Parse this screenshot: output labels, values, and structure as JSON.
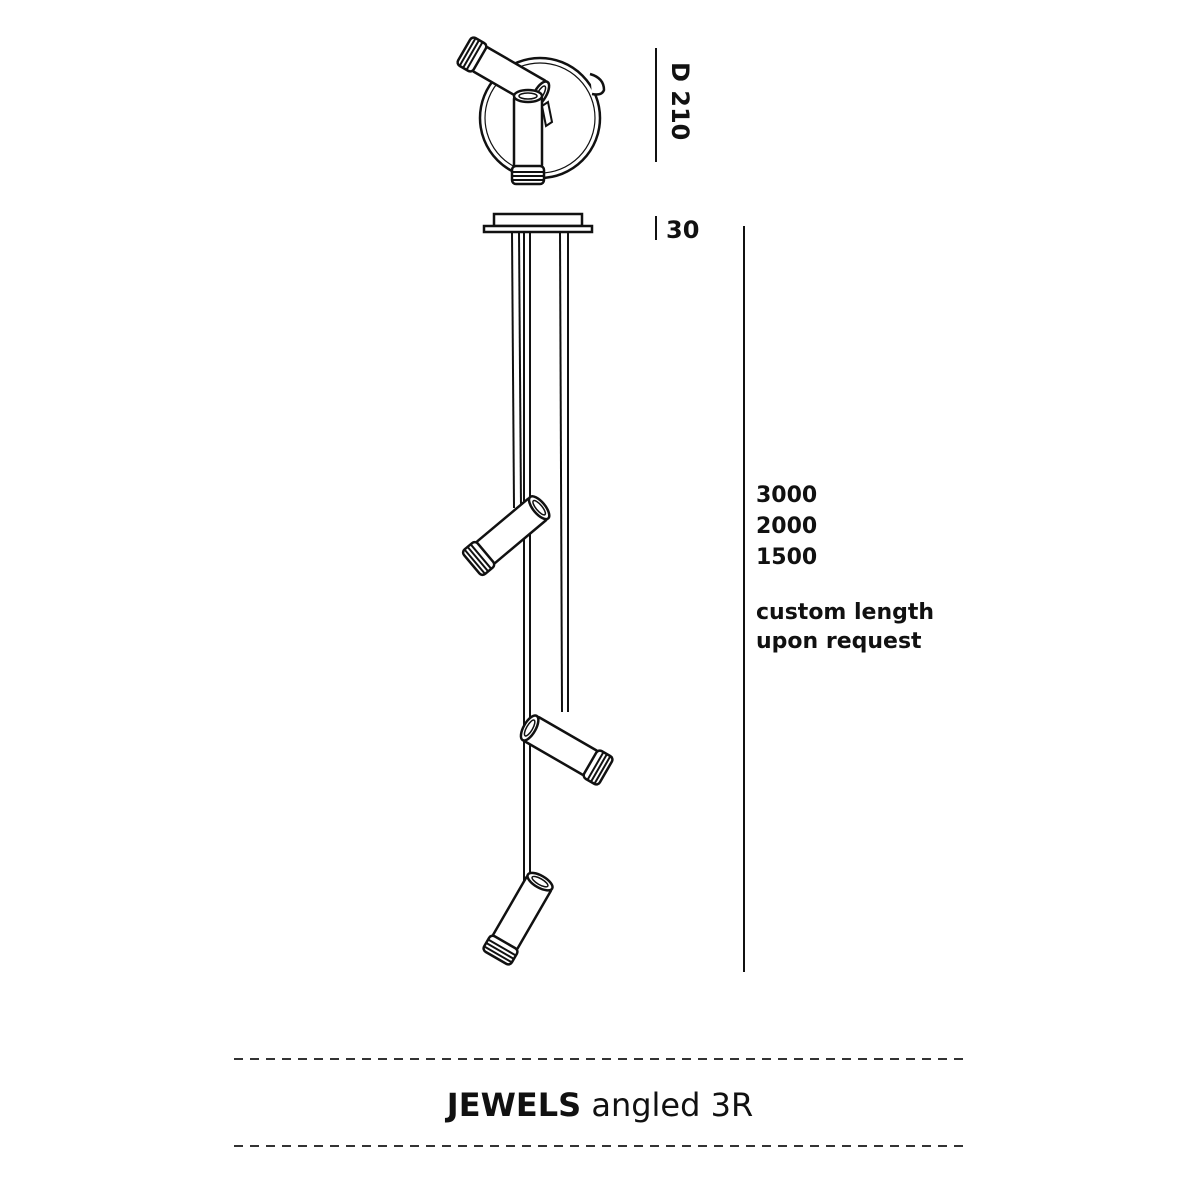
{
  "dimensions": {
    "diameter_label": "D 210",
    "canopy_height_label": "30",
    "cable_lengths": [
      "3000",
      "2000",
      "1500"
    ],
    "custom_note_line1": "custom length",
    "custom_note_line2": "upon request"
  },
  "product": {
    "name": "JEWELS",
    "variant": "angled 3R"
  }
}
